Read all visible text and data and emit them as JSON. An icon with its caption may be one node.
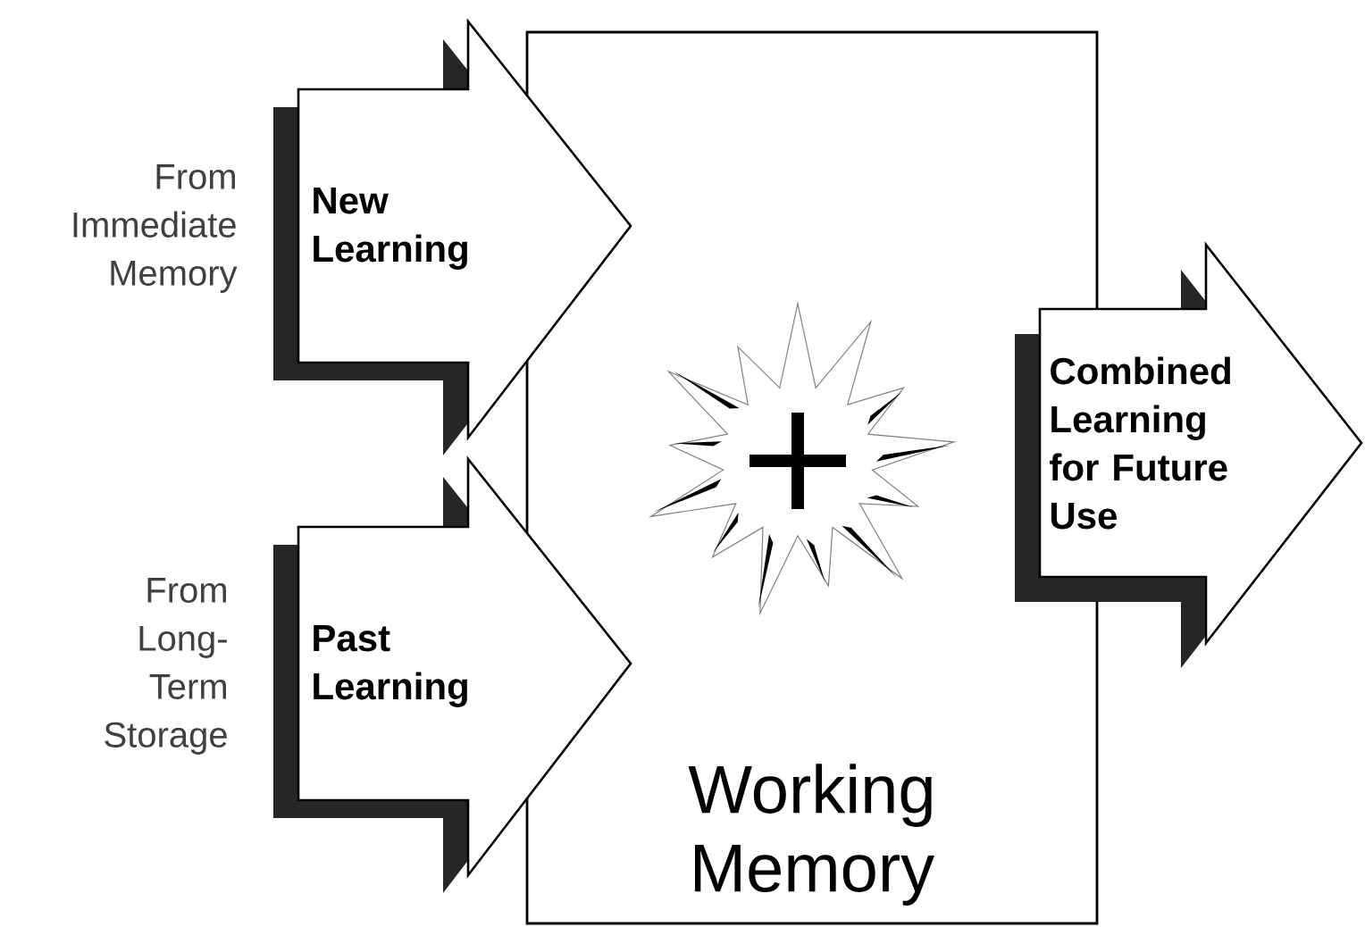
{
  "diagram": {
    "nodes": [
      {
        "text": [
          "New Learning"
        ],
        "beside": [
          "From Immediate Memory"
        ]
      },
      {
        "text": [
          "Working Memory"
        ]
      },
      {
        "text": [
          "Combined Learning for Future Use"
        ]
      },
      {
        "text": [
          "Past Learning"
        ],
        "beside": [
          "From Long-Term Storage"
        ]
      }
    ]
  }
}
